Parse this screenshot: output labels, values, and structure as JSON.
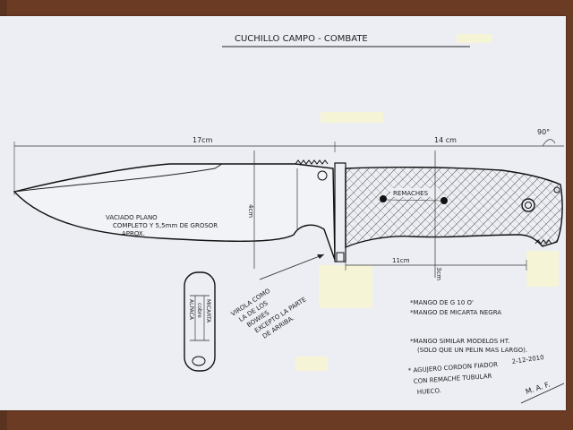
{
  "title": "CUCHILLO CAMPO - COMBATE",
  "dimensions": {
    "blade_length": "17cm",
    "handle_length": "14 cm",
    "angle": "90°",
    "blade_width": "4cm",
    "handle_width": "3cm",
    "handle_inner_length": "11cm"
  },
  "labels": {
    "remaches": "REMACHES",
    "blade_note_1": "VACIADO PLANO",
    "blade_note_2": "COMPLETO Y 5,5mm DE GROSOR",
    "blade_note_3": "APROX.",
    "virola_1": "VIROLA COMO",
    "virola_2": "LA DE LOS",
    "virola_3": "BOWIES",
    "virola_4": "EXCEPTO LA PARTE",
    "virola_5": "DE ARRIBA.",
    "ferrule_left": "ALPACA",
    "ferrule_mid": "cobre",
    "ferrule_right": "MICARTA"
  },
  "notes": [
    "*MANGO DE G 10 O'",
    "*MANGO DE MICARTA NEGRA",
    "*MANGO SIMILAR MODELOS HT.",
    "(SOLO QUE UN PELIN MAS LARGO).",
    "* AGUJERO CORDON FIADOR",
    "CON REMACHE TUBULAR",
    "HUECO."
  ],
  "date": "2-12-2010",
  "signature": "M. A. F."
}
